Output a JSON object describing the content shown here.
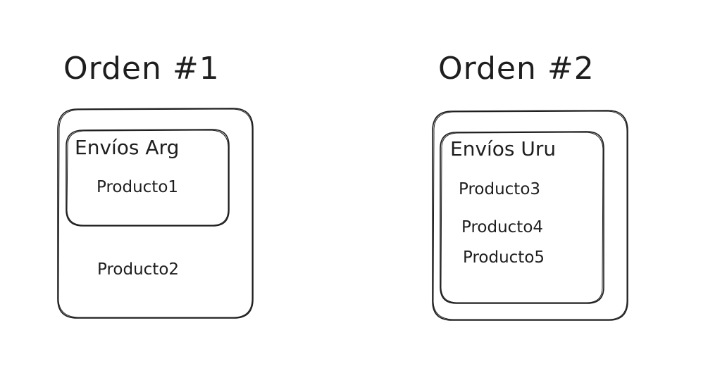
{
  "orders": [
    {
      "title": "Orden #1",
      "group": {
        "label": "Envíos Arg",
        "products": [
          "Producto1"
        ]
      },
      "loose_products": [
        "Producto2"
      ]
    },
    {
      "title": "Orden #2",
      "group": {
        "label": "Envíos Uru",
        "products": [
          "Producto3",
          "Producto4",
          "Producto5"
        ]
      },
      "loose_products": []
    }
  ],
  "colors": {
    "stroke": "#1e1e1e",
    "background": "#ffffff"
  }
}
